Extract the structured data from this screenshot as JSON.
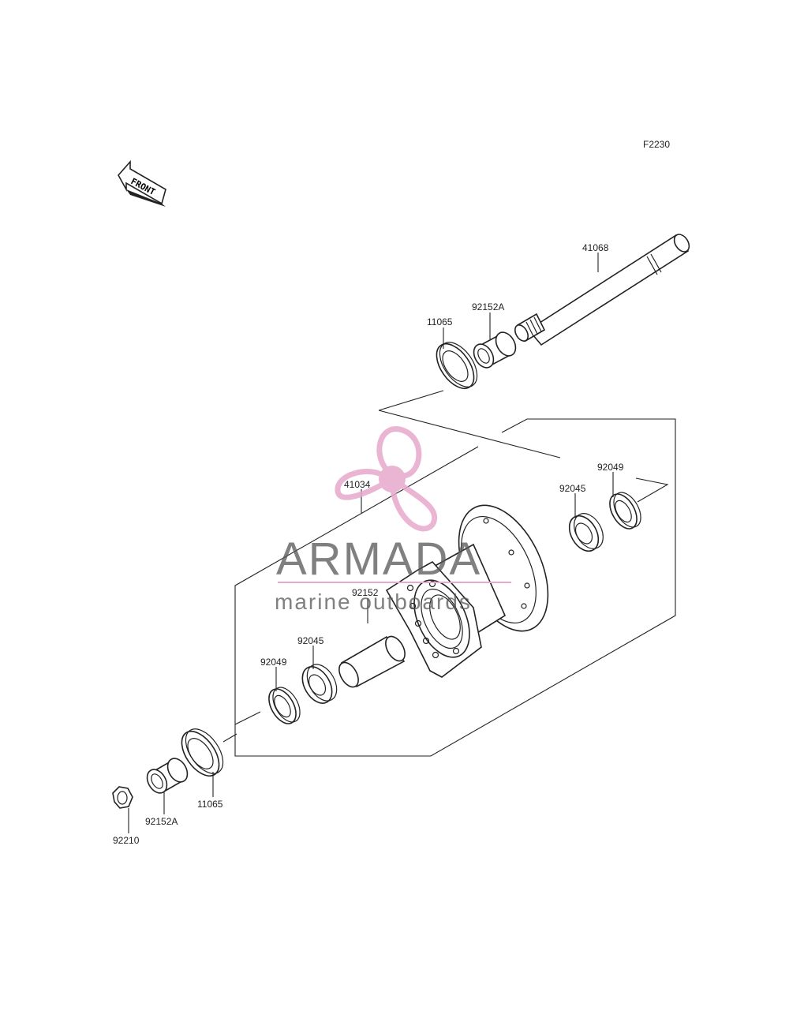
{
  "diagram": {
    "code": "F2230",
    "front_text": "FRONT",
    "parts": {
      "axle": "41068",
      "collar_upper": "92152A",
      "seal_upper": "11065",
      "hub": "41034",
      "bearing_right": "92045",
      "oilseal_right": "92049",
      "spacer": "92152",
      "bearing_left": "92045",
      "oilseal_left": "92049",
      "seal_lower": "11065",
      "collar_lower": "92152A",
      "nut": "92210"
    }
  },
  "watermark": {
    "brand": "ARMADA",
    "tagline": "marine outboards",
    "color_pink": "#e7a9cc",
    "color_text": "#555555"
  }
}
